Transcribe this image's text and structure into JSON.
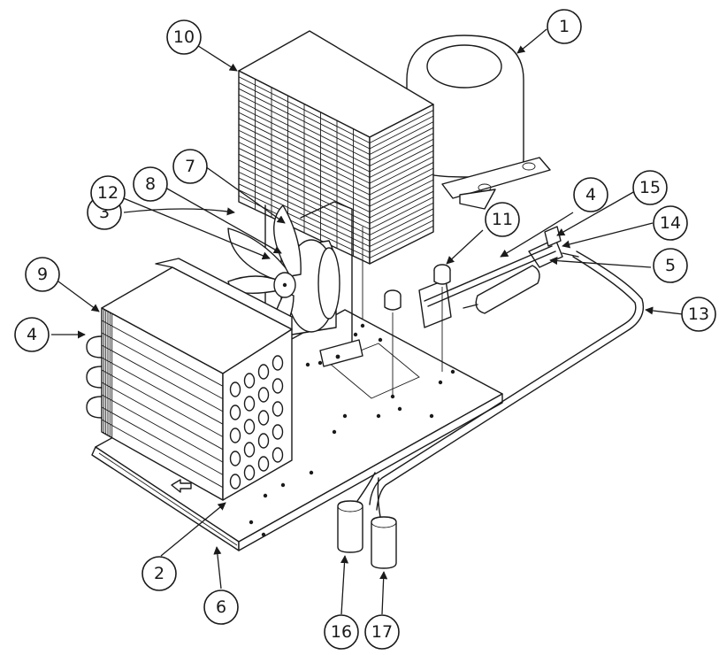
{
  "callouts": [
    {
      "id": "1",
      "label": "1"
    },
    {
      "id": "2",
      "label": "2"
    },
    {
      "id": "3",
      "label": "3"
    },
    {
      "id": "4a",
      "label": "4"
    },
    {
      "id": "4b",
      "label": "4"
    },
    {
      "id": "5",
      "label": "5"
    },
    {
      "id": "6",
      "label": "6"
    },
    {
      "id": "7",
      "label": "7"
    },
    {
      "id": "8",
      "label": "8"
    },
    {
      "id": "9",
      "label": "9"
    },
    {
      "id": "10",
      "label": "10"
    },
    {
      "id": "11",
      "label": "11"
    },
    {
      "id": "12",
      "label": "12"
    },
    {
      "id": "13",
      "label": "13"
    },
    {
      "id": "14",
      "label": "14"
    },
    {
      "id": "15",
      "label": "15"
    },
    {
      "id": "16",
      "label": "16"
    },
    {
      "id": "17",
      "label": "17"
    }
  ],
  "colors": {
    "ink": "#1a1a1a",
    "paper": "#ffffff"
  }
}
